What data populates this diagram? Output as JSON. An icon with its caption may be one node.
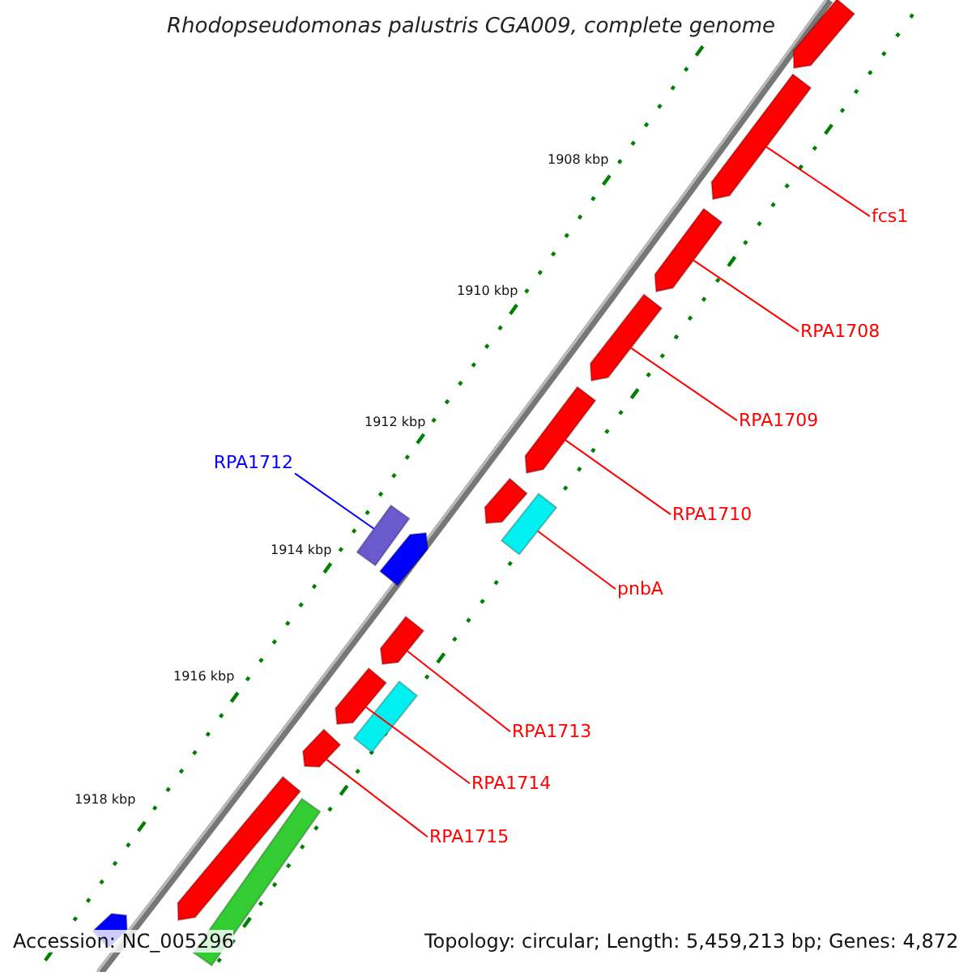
{
  "diagram": {
    "title": "Rhodopseudomonas palustris CGA009, complete genome",
    "nodes": [
      {
        "text": [
          "fcs1"
        ]
      },
      {
        "text": [
          "RPA1708"
        ]
      },
      {
        "text": [
          "RPA1709"
        ]
      },
      {
        "text": [
          "RPA1710"
        ]
      },
      {
        "text": [
          "pnbA"
        ]
      },
      {
        "text": [
          "RPA1712"
        ]
      },
      {
        "text": [
          "RPA1713"
        ]
      },
      {
        "text": [
          "RPA1714"
        ]
      },
      {
        "text": [
          "RPA1715"
        ]
      },
      {
        "text": [],
        "shape": "bar"
      },
      {
        "text": [],
        "shape": "bar"
      },
      {
        "text": [],
        "shape": "bar"
      },
      {
        "text": [],
        "shape": "bar"
      },
      {
        "text": [],
        "shape": "bar"
      },
      {
        "text": [],
        "shape": "bar"
      },
      {
        "text": [],
        "shape": "bar"
      },
      {
        "text": [],
        "shape": "bar"
      },
      {
        "text": [],
        "shape": "bar"
      },
      {
        "text": [],
        "shape": "bar"
      },
      {
        "text": [],
        "shape": "bar"
      },
      {
        "text": [],
        "shape": "bar"
      },
      {
        "text": [],
        "shape": "bar"
      },
      {
        "text": [],
        "shape": "bar"
      },
      {
        "text": [],
        "shape": "bar"
      },
      {
        "text": [],
        "shape": "bar"
      }
    ],
    "edges": [
      {
        "from": 0,
        "to": 10,
        "arrow": "none"
      },
      {
        "from": 1,
        "to": 11,
        "arrow": "none"
      },
      {
        "from": 2,
        "to": 12,
        "arrow": "none"
      },
      {
        "from": 3,
        "to": 13,
        "arrow": "none"
      },
      {
        "from": 4,
        "to": 15,
        "arrow": "none"
      },
      {
        "from": 5,
        "to": 16,
        "arrow": "none",
        "color": "#0000ff"
      },
      {
        "from": 6,
        "to": 18,
        "arrow": "none"
      },
      {
        "from": 7,
        "to": 19,
        "arrow": "none"
      },
      {
        "from": 8,
        "to": 21,
        "arrow": "none"
      }
    ],
    "labels": [
      "1908 kbp",
      "1910 kbp",
      "1912 kbp",
      "1914 kbp",
      "1916 kbp",
      "1918 kbp",
      "Accession: NC_005296",
      "Topology: circular; Length: 5,459,213 bp; Genes: 4,872"
    ]
  }
}
